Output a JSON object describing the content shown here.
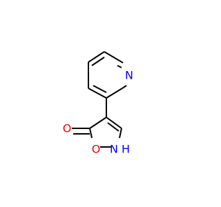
{
  "atoms": {
    "pyridine_n": "N",
    "carbonyl_o": "O",
    "ring_o": "O",
    "ring_nh": "N",
    "nh_h": "H"
  },
  "colors": {
    "bond": "#000000",
    "nitrogen": "#0000ff",
    "oxygen": "#ff0000"
  }
}
